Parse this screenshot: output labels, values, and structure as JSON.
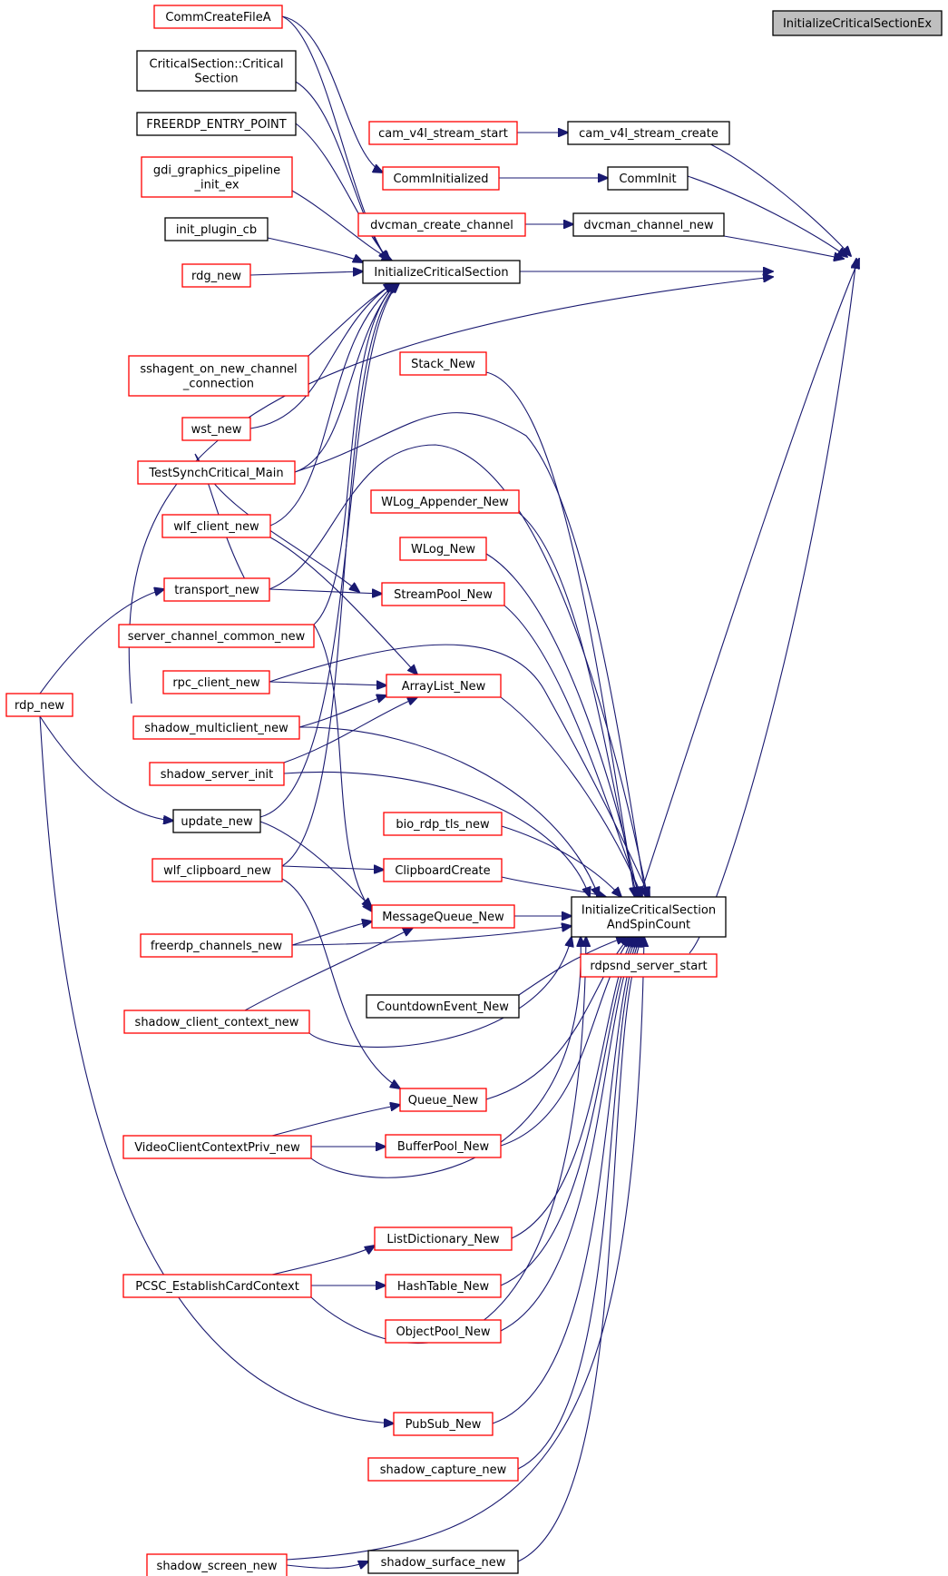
{
  "nodes": [
    {
      "id": "icsex",
      "lines": [
        "InitializeCriticalSectionEx"
      ],
      "style": "gray"
    },
    {
      "id": "ics",
      "lines": [
        "InitializeCriticalSection"
      ],
      "style": "black"
    },
    {
      "id": "icsasc",
      "lines": [
        "InitializeCriticalSection",
        "AndSpinCount"
      ],
      "style": "black"
    },
    {
      "id": "cam_create",
      "lines": [
        "cam_v4l_stream_create"
      ],
      "style": "black"
    },
    {
      "id": "cam_start",
      "lines": [
        "cam_v4l_stream_start"
      ],
      "style": "red"
    },
    {
      "id": "comminit",
      "lines": [
        "CommInit"
      ],
      "style": "black"
    },
    {
      "id": "comminitialized",
      "lines": [
        "CommInitialized"
      ],
      "style": "red"
    },
    {
      "id": "commcreatefile",
      "lines": [
        "CommCreateFileA"
      ],
      "style": "red"
    },
    {
      "id": "dvcman_new",
      "lines": [
        "dvcman_channel_new"
      ],
      "style": "black"
    },
    {
      "id": "dvcman_create",
      "lines": [
        "dvcman_create_channel"
      ],
      "style": "red"
    },
    {
      "id": "critsec",
      "lines": [
        "CriticalSection::Critical",
        "Section"
      ],
      "style": "black"
    },
    {
      "id": "freerdp_entry",
      "lines": [
        "FREERDP_ENTRY_POINT"
      ],
      "style": "black"
    },
    {
      "id": "gdi_pipeline",
      "lines": [
        "gdi_graphics_pipeline",
        "_init_ex"
      ],
      "style": "red"
    },
    {
      "id": "init_plugin",
      "lines": [
        "init_plugin_cb"
      ],
      "style": "black"
    },
    {
      "id": "rdg_new",
      "lines": [
        "rdg_new"
      ],
      "style": "red"
    },
    {
      "id": "sshagent",
      "lines": [
        "sshagent_on_new_channel",
        "_connection"
      ],
      "style": "red"
    },
    {
      "id": "wst_new",
      "lines": [
        "wst_new"
      ],
      "style": "red"
    },
    {
      "id": "testsynch",
      "lines": [
        "TestSynchCritical_Main"
      ],
      "style": "red"
    },
    {
      "id": "wlf_client",
      "lines": [
        "wlf_client_new"
      ],
      "style": "red"
    },
    {
      "id": "transport_new",
      "lines": [
        "transport_new"
      ],
      "style": "red"
    },
    {
      "id": "server_channel",
      "lines": [
        "server_channel_common_new"
      ],
      "style": "red"
    },
    {
      "id": "rpc_client",
      "lines": [
        "rpc_client_new"
      ],
      "style": "red"
    },
    {
      "id": "shadow_multi",
      "lines": [
        "shadow_multiclient_new"
      ],
      "style": "red"
    },
    {
      "id": "shadow_server_init",
      "lines": [
        "shadow_server_init"
      ],
      "style": "red"
    },
    {
      "id": "update_new",
      "lines": [
        "update_new"
      ],
      "style": "black"
    },
    {
      "id": "wlf_clipboard",
      "lines": [
        "wlf_clipboard_new"
      ],
      "style": "red"
    },
    {
      "id": "freerdp_channels",
      "lines": [
        "freerdp_channels_new"
      ],
      "style": "red"
    },
    {
      "id": "shadow_client_ctx",
      "lines": [
        "shadow_client_context_new"
      ],
      "style": "red"
    },
    {
      "id": "videoclient",
      "lines": [
        "VideoClientContextPriv_new"
      ],
      "style": "red"
    },
    {
      "id": "pcsc",
      "lines": [
        "PCSC_EstablishCardContext"
      ],
      "style": "red"
    },
    {
      "id": "shadow_screen",
      "lines": [
        "shadow_screen_new"
      ],
      "style": "red"
    },
    {
      "id": "rdp_new",
      "lines": [
        "rdp_new"
      ],
      "style": "red"
    },
    {
      "id": "stack_new",
      "lines": [
        "Stack_New"
      ],
      "style": "red"
    },
    {
      "id": "wlog_appender",
      "lines": [
        "WLog_Appender_New"
      ],
      "style": "red"
    },
    {
      "id": "wlog_new",
      "lines": [
        "WLog_New"
      ],
      "style": "red"
    },
    {
      "id": "streampool",
      "lines": [
        "StreamPool_New"
      ],
      "style": "red"
    },
    {
      "id": "arraylist",
      "lines": [
        "ArrayList_New"
      ],
      "style": "red"
    },
    {
      "id": "bio_rdp",
      "lines": [
        "bio_rdp_tls_new"
      ],
      "style": "red"
    },
    {
      "id": "clipboardcreate",
      "lines": [
        "ClipboardCreate"
      ],
      "style": "red"
    },
    {
      "id": "messagequeue",
      "lines": [
        "MessageQueue_New"
      ],
      "style": "red"
    },
    {
      "id": "countdown",
      "lines": [
        "CountdownEvent_New"
      ],
      "style": "black"
    },
    {
      "id": "queue_new",
      "lines": [
        "Queue_New"
      ],
      "style": "red"
    },
    {
      "id": "bufferpool",
      "lines": [
        "BufferPool_New"
      ],
      "style": "red"
    },
    {
      "id": "listdict",
      "lines": [
        "ListDictionary_New"
      ],
      "style": "red"
    },
    {
      "id": "hashtable",
      "lines": [
        "HashTable_New"
      ],
      "style": "red"
    },
    {
      "id": "objectpool",
      "lines": [
        "ObjectPool_New"
      ],
      "style": "red"
    },
    {
      "id": "pubsub",
      "lines": [
        "PubSub_New"
      ],
      "style": "red"
    },
    {
      "id": "shadow_capture",
      "lines": [
        "shadow_capture_new"
      ],
      "style": "red"
    },
    {
      "id": "shadow_surface",
      "lines": [
        "shadow_surface_new"
      ],
      "style": "black"
    },
    {
      "id": "rdpsnd_start",
      "lines": [
        "rdpsnd_server_start"
      ],
      "style": "red"
    }
  ]
}
